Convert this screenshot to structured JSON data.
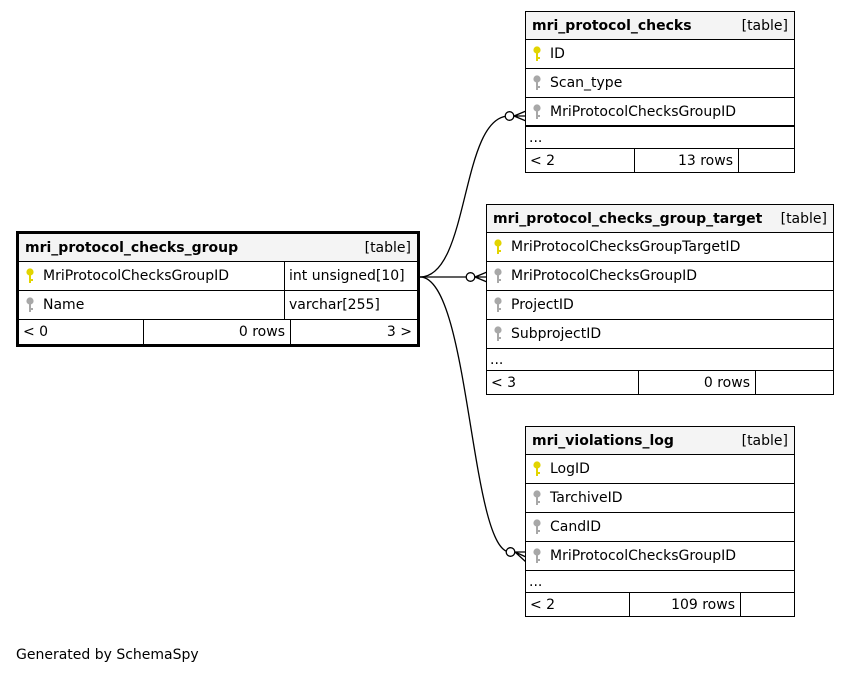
{
  "colors": {
    "primary_key": "#e2d400",
    "foreign_key": "#a8a8a8",
    "header_bg": "#f4f4f4"
  },
  "tables": {
    "group": {
      "name": "mri_protocol_checks_group",
      "kind": "[table]",
      "columns": [
        {
          "name": "MriProtocolChecksGroupID",
          "type": "int unsigned[10]",
          "key_icon": "primary-key-icon"
        },
        {
          "name": "Name",
          "type": "varchar[255]",
          "key_icon": "column-key-icon"
        }
      ],
      "footer": {
        "parents": "< 0",
        "rows": "0 rows",
        "children": "3 >"
      }
    },
    "checks": {
      "name": "mri_protocol_checks",
      "kind": "[table]",
      "columns": [
        {
          "name": "ID",
          "key_icon": "primary-key-icon"
        },
        {
          "name": "Scan_type",
          "key_icon": "column-key-icon"
        },
        {
          "name": "MriProtocolChecksGroupID",
          "key_icon": "column-key-icon"
        }
      ],
      "more": "...",
      "footer": {
        "parents": "< 2",
        "rows": "13 rows",
        "children": ""
      }
    },
    "target": {
      "name": "mri_protocol_checks_group_target",
      "kind": "[table]",
      "columns": [
        {
          "name": "MriProtocolChecksGroupTargetID",
          "key_icon": "primary-key-icon"
        },
        {
          "name": "MriProtocolChecksGroupID",
          "key_icon": "column-key-icon"
        },
        {
          "name": "ProjectID",
          "key_icon": "column-key-icon"
        },
        {
          "name": "SubprojectID",
          "key_icon": "column-key-icon"
        }
      ],
      "more": "...",
      "footer": {
        "parents": "< 3",
        "rows": "0 rows",
        "children": ""
      }
    },
    "violations": {
      "name": "mri_violations_log",
      "kind": "[table]",
      "columns": [
        {
          "name": "LogID",
          "key_icon": "primary-key-icon"
        },
        {
          "name": "TarchiveID",
          "key_icon": "column-key-icon"
        },
        {
          "name": "CandID",
          "key_icon": "column-key-icon"
        },
        {
          "name": "MriProtocolChecksGroupID",
          "key_icon": "column-key-icon"
        }
      ],
      "more": "...",
      "footer": {
        "parents": "< 2",
        "rows": "109 rows",
        "children": ""
      }
    }
  },
  "generated_by": "Generated by SchemaSpy"
}
